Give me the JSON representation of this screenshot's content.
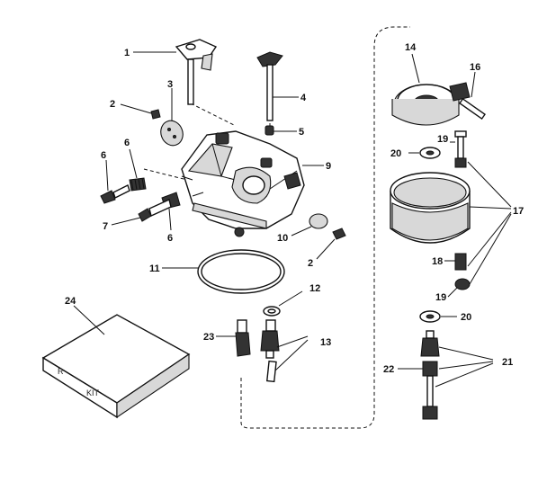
{
  "callouts": [
    {
      "id": "c1",
      "text": "1"
    },
    {
      "id": "c2a",
      "text": "2"
    },
    {
      "id": "c2b",
      "text": "2"
    },
    {
      "id": "c3",
      "text": "3"
    },
    {
      "id": "c4",
      "text": "4"
    },
    {
      "id": "c5",
      "text": "5"
    },
    {
      "id": "c6a",
      "text": "6"
    },
    {
      "id": "c6b",
      "text": "6"
    },
    {
      "id": "c6c",
      "text": "6"
    },
    {
      "id": "c7",
      "text": "7"
    },
    {
      "id": "c9",
      "text": "9"
    },
    {
      "id": "c10",
      "text": "10"
    },
    {
      "id": "c11",
      "text": "11"
    },
    {
      "id": "c12",
      "text": "12"
    },
    {
      "id": "c13",
      "text": "13"
    },
    {
      "id": "c14",
      "text": "14"
    },
    {
      "id": "c16",
      "text": "16"
    },
    {
      "id": "c17",
      "text": "17"
    },
    {
      "id": "c18",
      "text": "18"
    },
    {
      "id": "c19a",
      "text": "19"
    },
    {
      "id": "c19b",
      "text": "19"
    },
    {
      "id": "c20a",
      "text": "20"
    },
    {
      "id": "c20b",
      "text": "20"
    },
    {
      "id": "c21",
      "text": "21"
    },
    {
      "id": "c22",
      "text": "22"
    },
    {
      "id": "c23",
      "text": "23"
    },
    {
      "id": "c24",
      "text": "24"
    }
  ],
  "kit_box": {
    "mark_left": "R",
    "mark_right": "KIT"
  }
}
